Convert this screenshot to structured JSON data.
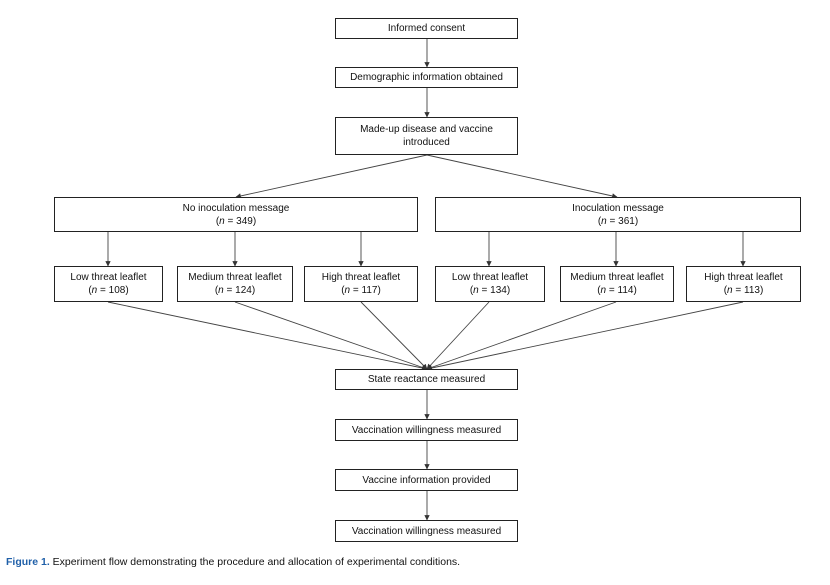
{
  "nodes": {
    "consent": "Informed consent",
    "demographic": "Demographic information obtained",
    "disease_line1": "Made-up disease and vaccine",
    "disease_line2": "introduced",
    "no_inoc": {
      "label": "No inoculation message",
      "n": "349"
    },
    "inoc": {
      "label": "Inoculation message",
      "n": "361"
    },
    "leaflets": [
      {
        "label": "Low threat leaflet",
        "n": "108"
      },
      {
        "label": "Medium threat leaflet",
        "n": "124"
      },
      {
        "label": "High threat leaflet",
        "n": "117"
      },
      {
        "label": "Low threat leaflet",
        "n": "134"
      },
      {
        "label": "Medium threat leaflet",
        "n": "114"
      },
      {
        "label": "High threat leaflet",
        "n": "113"
      }
    ],
    "reactance": "State reactance measured",
    "willingness1": "Vaccination willingness measured",
    "vaccine_info": "Vaccine information provided",
    "willingness2": "Vaccination willingness measured"
  },
  "n_symbol": "n",
  "n_equals": " = ",
  "caption": {
    "label": "Figure 1.",
    "text": " Experiment flow demonstrating the procedure and allocation of experimental conditions."
  },
  "colors": {
    "caption_label": "#1f5fa8",
    "line": "#444444"
  }
}
